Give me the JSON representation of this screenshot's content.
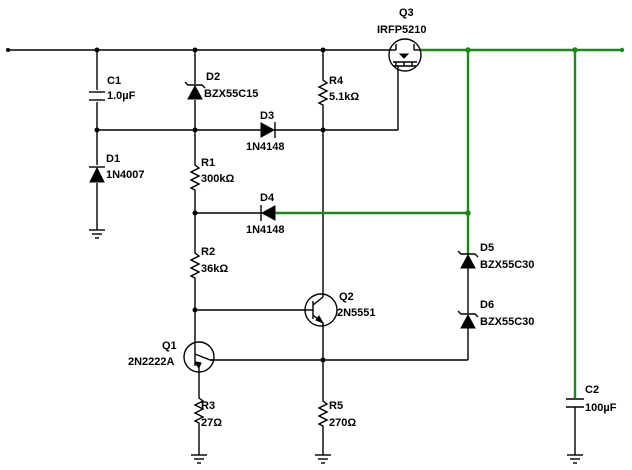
{
  "components": {
    "c1": {
      "ref": "C1",
      "value": "1.0µF"
    },
    "c2": {
      "ref": "C2",
      "value": "100µF"
    },
    "d1": {
      "ref": "D1",
      "value": "1N4007"
    },
    "d2": {
      "ref": "D2",
      "value": "BZX55C15"
    },
    "d3": {
      "ref": "D3",
      "value": "1N4148"
    },
    "d4": {
      "ref": "D4",
      "value": "1N4148"
    },
    "d5": {
      "ref": "D5",
      "value": "BZX55C30"
    },
    "d6": {
      "ref": "D6",
      "value": "BZX55C30"
    },
    "r1": {
      "ref": "R1",
      "value": "300kΩ"
    },
    "r2": {
      "ref": "R2",
      "value": "36kΩ"
    },
    "r3": {
      "ref": "R3",
      "value": "27Ω"
    },
    "r4": {
      "ref": "R4",
      "value": "5.1kΩ"
    },
    "r5": {
      "ref": "R5",
      "value": "270Ω"
    },
    "q1": {
      "ref": "Q1",
      "value": "2N2222A"
    },
    "q2": {
      "ref": "Q2",
      "value": "2N5551"
    },
    "q3": {
      "ref": "Q3",
      "value": "IRFP5210"
    }
  },
  "colors": {
    "wire": "#000000",
    "output_net": "#1a8a1a"
  }
}
